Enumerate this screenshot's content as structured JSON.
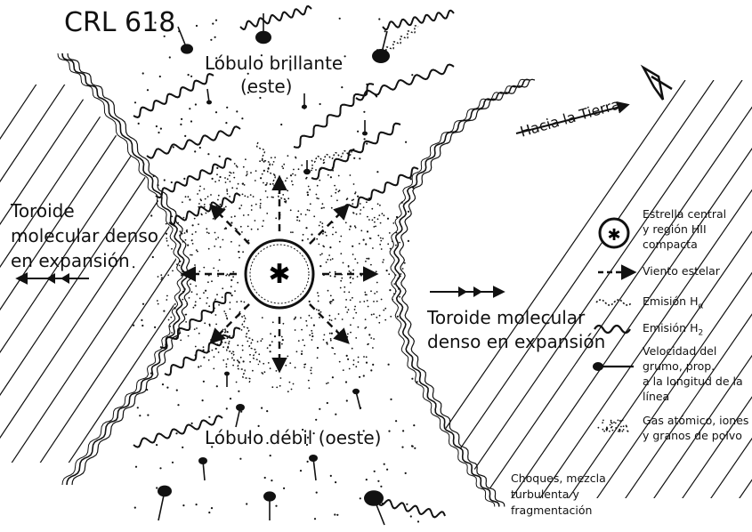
{
  "diagram": {
    "title": "CRL 618",
    "lobe_bright_line1": "Lóbulo brillante",
    "lobe_bright_line2": "(este)",
    "lobe_faint": "Lóbulo débil (oeste)",
    "toroid_left": [
      "Toroide",
      "molecular denso",
      "en expansión"
    ],
    "toroid_right": [
      "Toroide molecular",
      "denso en expansión"
    ],
    "toward_earth": "Hacia la Tierra",
    "shocks_note": [
      "Choques, mezcla",
      "turbulenta y",
      "fragmentación"
    ]
  },
  "legend": {
    "star": [
      "Estrella central",
      "y región HII",
      "compacta"
    ],
    "wind": "Viento estelar",
    "halpha": "Emisión H",
    "halpha_sub": "α",
    "h2": "Emisión H",
    "h2_sub": "2",
    "clump": [
      "Velocidad del",
      "grumo, prop.",
      "a la longitud de la",
      "línea"
    ],
    "gas": [
      "Gas atómico, iones",
      "y granos de polvo"
    ]
  }
}
